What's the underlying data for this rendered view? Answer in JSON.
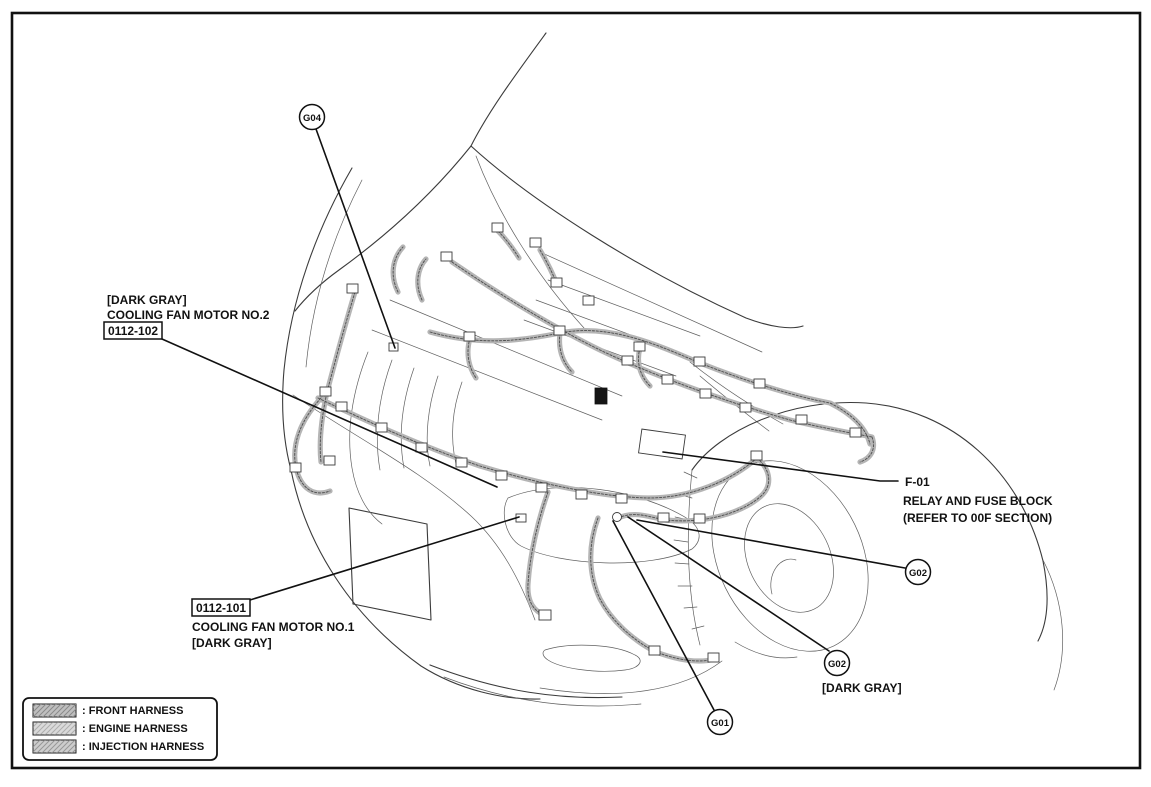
{
  "callouts": {
    "g04": {
      "label": "G04"
    },
    "fan2": {
      "color_note": "[DARK GRAY]",
      "name": "COOLING FAN MOTOR NO.2",
      "code": "0112-102"
    },
    "fan1": {
      "code": "0112-101",
      "name": "COOLING FAN MOTOR NO.1",
      "color_note": "[DARK GRAY]"
    },
    "fuse_block": {
      "code": "F-01",
      "name": "RELAY AND FUSE BLOCK",
      "reference": "(REFER TO 00F SECTION)"
    },
    "g02_right": {
      "label": "G02"
    },
    "g02_lower": {
      "label": "G02",
      "color_note": "[DARK GRAY]"
    },
    "g01": {
      "label": "G01"
    }
  },
  "legend": {
    "items": [
      {
        "label": ": FRONT HARNESS",
        "swatch": "#bfbfbf"
      },
      {
        "label": ": ENGINE HARNESS",
        "swatch": "#dadada"
      },
      {
        "label": ": INJECTION HARNESS",
        "swatch": "#cdcdcd"
      }
    ]
  },
  "colors": {
    "ink": "#111111",
    "body_outline": "#3b3b3b",
    "harness_gray": "#b5b5b5",
    "paper": "#ffffff"
  }
}
